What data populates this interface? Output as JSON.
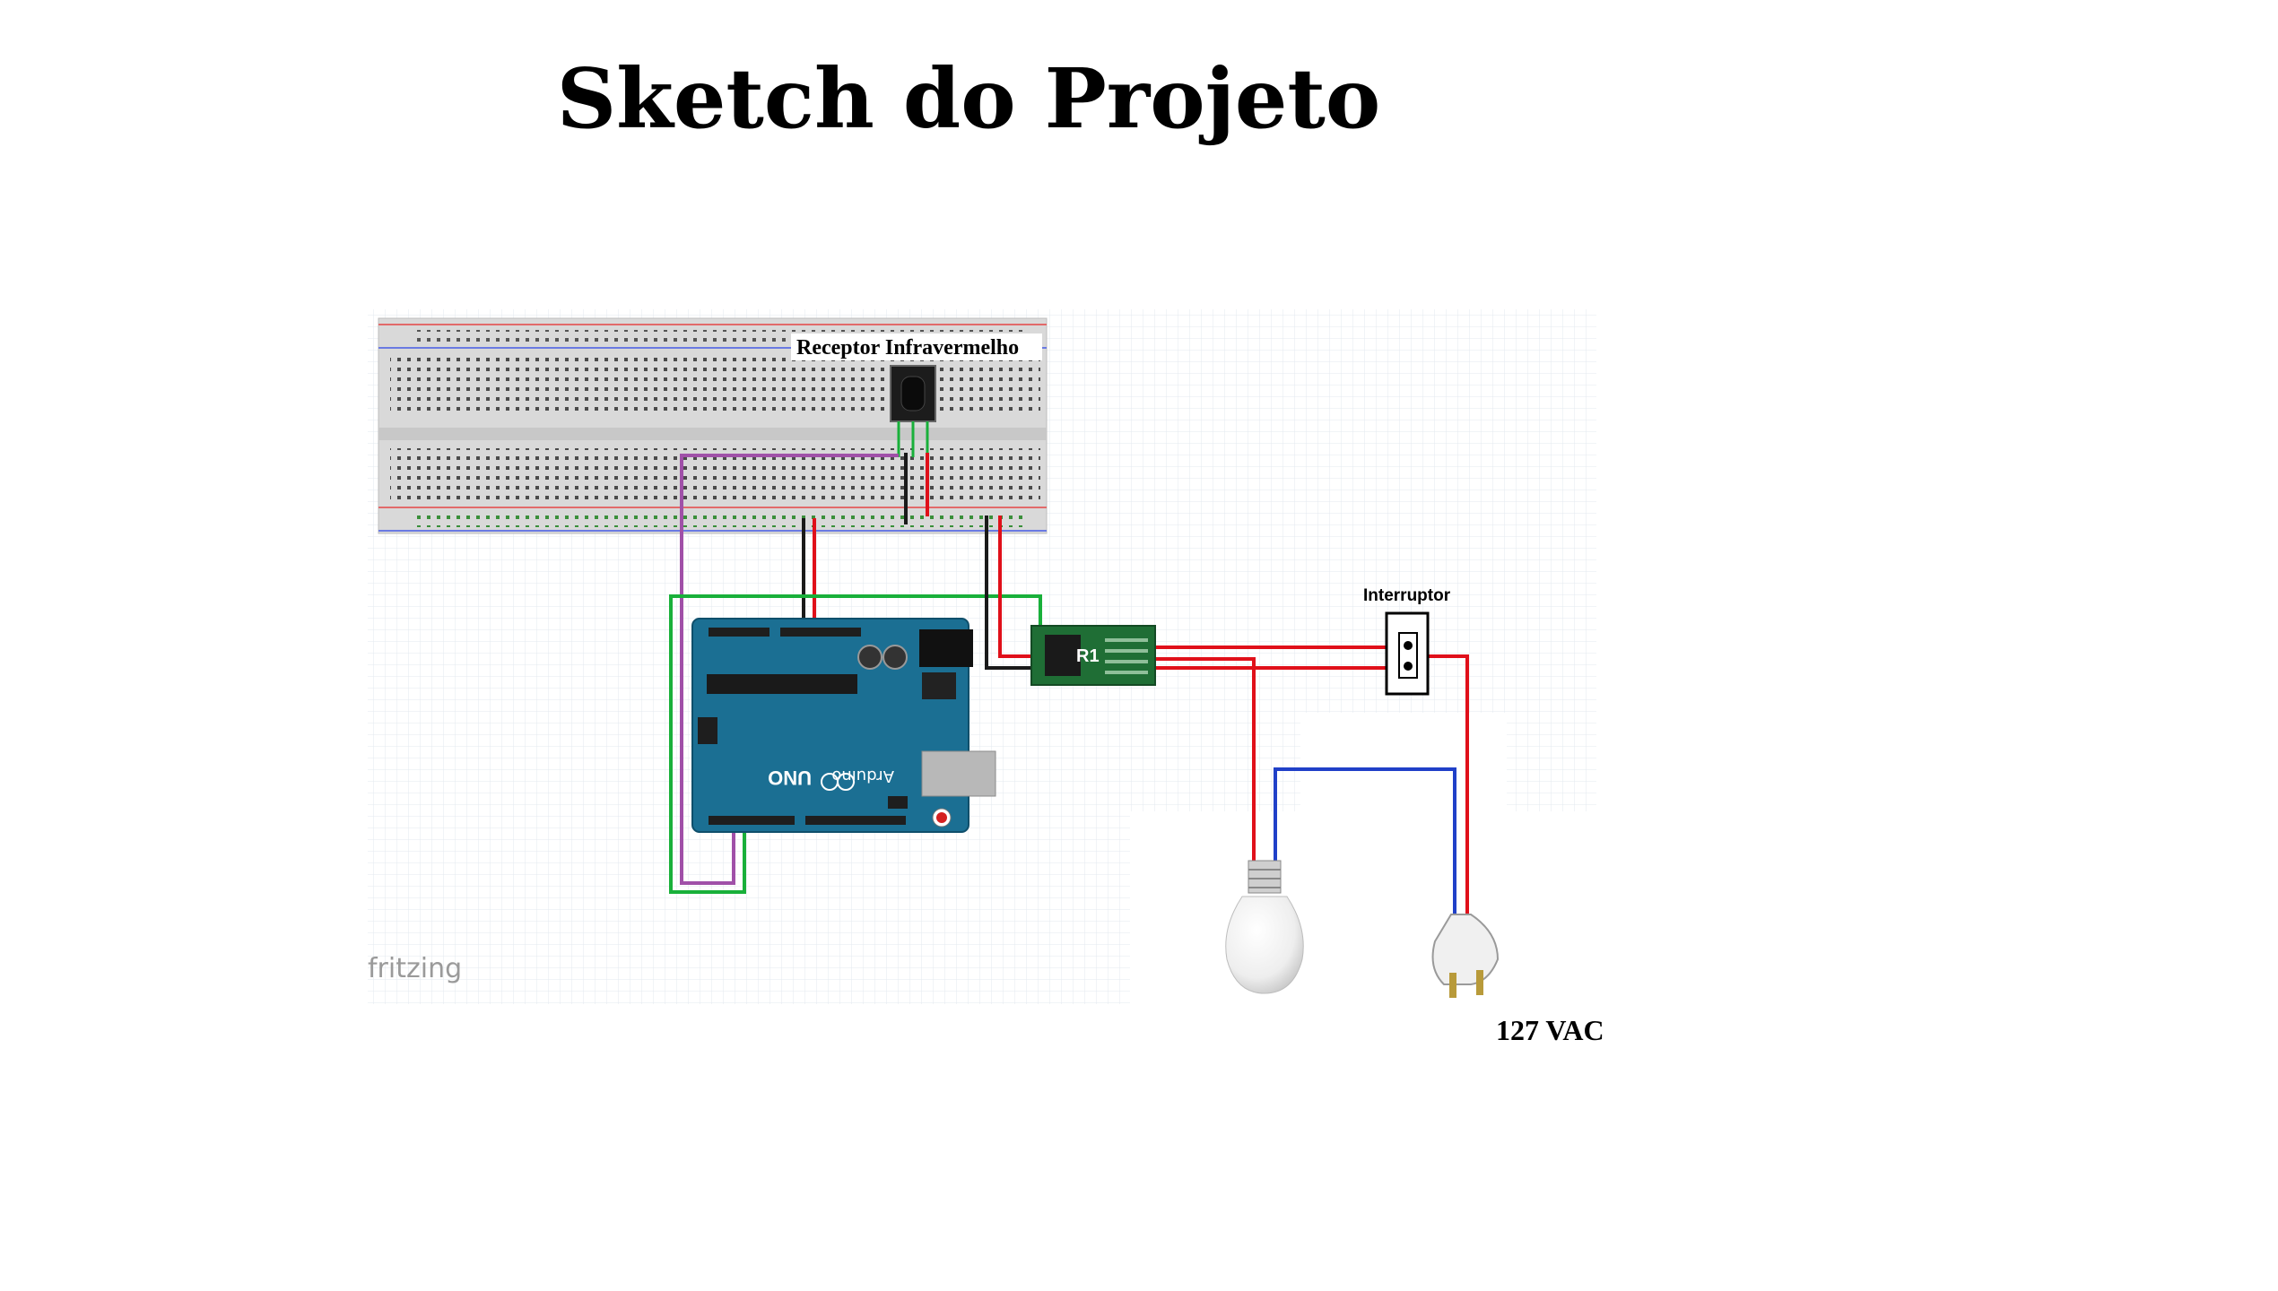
{
  "title": "Sketch do Projeto",
  "labels": {
    "ir_receiver": "Receptor Infravermelho",
    "switch": "Interruptor",
    "voltage": "127 VAC",
    "relay": "R1",
    "watermark": "fritzing"
  },
  "board": {
    "model": "UNO",
    "brand": "Arduino"
  },
  "colors": {
    "grid_line": "#e2e8ee",
    "breadboard": "#dcdcdc",
    "arduino": "#1b6f93",
    "relay": "#1f6e35",
    "wire_red": "#e0101a",
    "wire_black": "#1a1a1a",
    "wire_green": "#19b03a",
    "wire_purple": "#a050a8",
    "wire_blue": "#2040c8"
  }
}
